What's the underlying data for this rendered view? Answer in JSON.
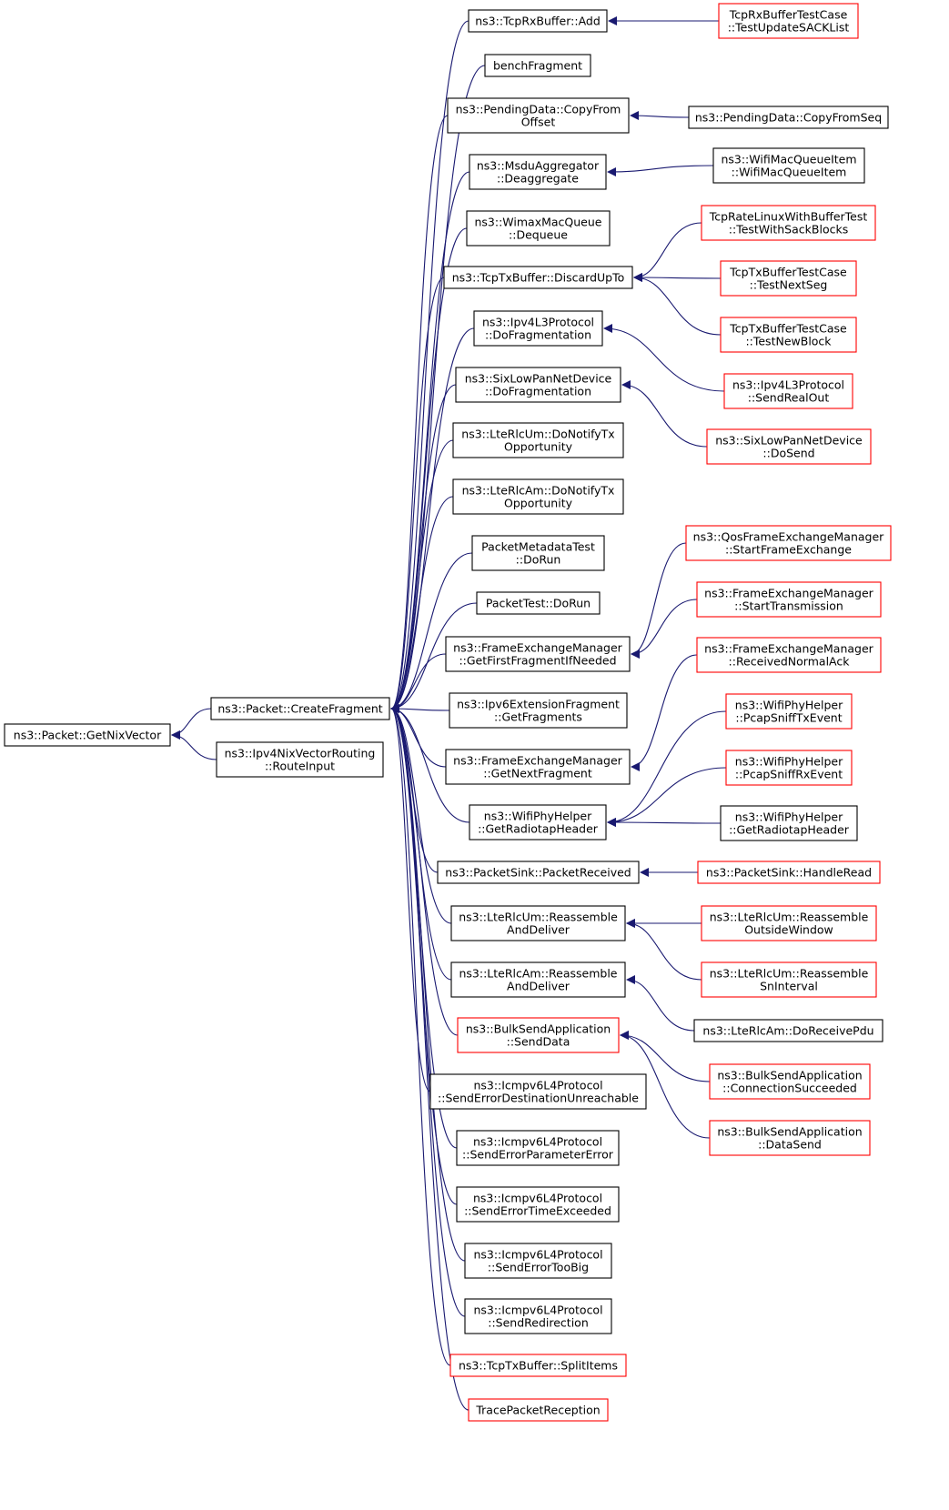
{
  "colors": {
    "edge": "#191970",
    "border_normal": "#000000",
    "border_truncated": "#ff0000",
    "focus_fill": "#bfbfbf",
    "fill": "#ffffff"
  },
  "nodes": [
    {
      "id": "getnixvector",
      "lines": [
        "ns3::Packet::GetNixVector"
      ],
      "style": "focus"
    },
    {
      "id": "createfragment",
      "lines": [
        "ns3::Packet::CreateFragment"
      ],
      "style": "normal"
    },
    {
      "id": "routeinput",
      "lines": [
        "ns3::Ipv4NixVectorRouting",
        "::RouteInput"
      ],
      "style": "normal"
    },
    {
      "id": "tcprx-add",
      "lines": [
        "ns3::TcpRxBuffer::Add"
      ],
      "style": "normal"
    },
    {
      "id": "benchfragment",
      "lines": [
        "benchFragment"
      ],
      "style": "normal"
    },
    {
      "id": "pending-copyfromoffset",
      "lines": [
        "ns3::PendingData::CopyFrom",
        "Offset"
      ],
      "style": "normal"
    },
    {
      "id": "msdu-deaggregate",
      "lines": [
        "ns3::MsduAggregator",
        "::Deaggregate"
      ],
      "style": "normal"
    },
    {
      "id": "wimax-dequeue",
      "lines": [
        "ns3::WimaxMacQueue",
        "::Dequeue"
      ],
      "style": "normal"
    },
    {
      "id": "tcptx-discardupto",
      "lines": [
        "ns3::TcpTxBuffer::DiscardUpTo"
      ],
      "style": "normal"
    },
    {
      "id": "ipv4l3-dofragmentation",
      "lines": [
        "ns3::Ipv4L3Protocol",
        "::DoFragmentation"
      ],
      "style": "normal"
    },
    {
      "id": "sixlowpan-dofragmentation",
      "lines": [
        "ns3::SixLowPanNetDevice",
        "::DoFragmentation"
      ],
      "style": "normal"
    },
    {
      "id": "lterlcum-donotifytx",
      "lines": [
        "ns3::LteRlcUm::DoNotifyTx",
        "Opportunity"
      ],
      "style": "normal"
    },
    {
      "id": "lterlcam-donotifytx",
      "lines": [
        "ns3::LteRlcAm::DoNotifyTx",
        "Opportunity"
      ],
      "style": "normal"
    },
    {
      "id": "packetmetadatatest-dorun",
      "lines": [
        "PacketMetadataTest",
        "::DoRun"
      ],
      "style": "normal"
    },
    {
      "id": "packettest-dorun",
      "lines": [
        "PacketTest::DoRun"
      ],
      "style": "normal"
    },
    {
      "id": "fem-getfirstfragment",
      "lines": [
        "ns3::FrameExchangeManager",
        "::GetFirstFragmentIfNeeded"
      ],
      "style": "normal"
    },
    {
      "id": "ipv6ext-getfragments",
      "lines": [
        "ns3::Ipv6ExtensionFragment",
        "::GetFragments"
      ],
      "style": "normal"
    },
    {
      "id": "fem-getnextfragment",
      "lines": [
        "ns3::FrameExchangeManager",
        "::GetNextFragment"
      ],
      "style": "normal"
    },
    {
      "id": "wifiphy-getradiotap",
      "lines": [
        "ns3::WifiPhyHelper",
        "::GetRadiotapHeader"
      ],
      "style": "normal"
    },
    {
      "id": "packetsink-packetreceived",
      "lines": [
        "ns3::PacketSink::PacketReceived"
      ],
      "style": "normal"
    },
    {
      "id": "lterlcum-reassemble",
      "lines": [
        "ns3::LteRlcUm::Reassemble",
        "AndDeliver"
      ],
      "style": "normal"
    },
    {
      "id": "lterlcam-reassemble",
      "lines": [
        "ns3::LteRlcAm::Reassemble",
        "AndDeliver"
      ],
      "style": "normal"
    },
    {
      "id": "bulksend-senddata",
      "lines": [
        "ns3::BulkSendApplication",
        "::SendData"
      ],
      "style": "truncated"
    },
    {
      "id": "icmpv6-senderrordest",
      "lines": [
        "ns3::Icmpv6L4Protocol",
        "::SendErrorDestinationUnreachable"
      ],
      "style": "normal"
    },
    {
      "id": "icmpv6-senderrorparam",
      "lines": [
        "ns3::Icmpv6L4Protocol",
        "::SendErrorParameterError"
      ],
      "style": "normal"
    },
    {
      "id": "icmpv6-senderrortime",
      "lines": [
        "ns3::Icmpv6L4Protocol",
        "::SendErrorTimeExceeded"
      ],
      "style": "normal"
    },
    {
      "id": "icmpv6-senderrortoobig",
      "lines": [
        "ns3::Icmpv6L4Protocol",
        "::SendErrorTooBig"
      ],
      "style": "normal"
    },
    {
      "id": "icmpv6-sendredirection",
      "lines": [
        "ns3::Icmpv6L4Protocol",
        "::SendRedirection"
      ],
      "style": "normal"
    },
    {
      "id": "tcptx-splititems",
      "lines": [
        "ns3::TcpTxBuffer::SplitItems"
      ],
      "style": "truncated"
    },
    {
      "id": "tracepacketreception",
      "lines": [
        "TracePacketReception"
      ],
      "style": "truncated"
    },
    {
      "id": "tcprxbuffertestcase-testupdatesack",
      "lines": [
        "TcpRxBufferTestCase",
        "::TestUpdateSACKList"
      ],
      "style": "truncated"
    },
    {
      "id": "pending-copyfromseq",
      "lines": [
        "ns3::PendingData::CopyFromSeq"
      ],
      "style": "normal"
    },
    {
      "id": "wifimacqueueitem",
      "lines": [
        "ns3::WifiMacQueueItem",
        "::WifiMacQueueItem"
      ],
      "style": "normal"
    },
    {
      "id": "tcpratelinux-testwithsack",
      "lines": [
        "TcpRateLinuxWithBufferTest",
        "::TestWithSackBlocks"
      ],
      "style": "truncated"
    },
    {
      "id": "tcptxbuffertestcase-testnextseg",
      "lines": [
        "TcpTxBufferTestCase",
        "::TestNextSeg"
      ],
      "style": "truncated"
    },
    {
      "id": "tcptxbuffertestcase-testnewblock",
      "lines": [
        "TcpTxBufferTestCase",
        "::TestNewBlock"
      ],
      "style": "truncated"
    },
    {
      "id": "ipv4l3-sendrealout",
      "lines": [
        "ns3::Ipv4L3Protocol",
        "::SendRealOut"
      ],
      "style": "truncated"
    },
    {
      "id": "sixlowpan-dosend",
      "lines": [
        "ns3::SixLowPanNetDevice",
        "::DoSend"
      ],
      "style": "truncated"
    },
    {
      "id": "qosfem-startframeexchange",
      "lines": [
        "ns3::QosFrameExchangeManager",
        "::StartFrameExchange"
      ],
      "style": "truncated"
    },
    {
      "id": "fem-starttransmission",
      "lines": [
        "ns3::FrameExchangeManager",
        "::StartTransmission"
      ],
      "style": "truncated"
    },
    {
      "id": "fem-receivednormalack",
      "lines": [
        "ns3::FrameExchangeManager",
        "::ReceivedNormalAck"
      ],
      "style": "truncated"
    },
    {
      "id": "wifiphy-pcapsnifftx",
      "lines": [
        "ns3::WifiPhyHelper",
        "::PcapSniffTxEvent"
      ],
      "style": "truncated"
    },
    {
      "id": "wifiphy-pcapsniffrx",
      "lines": [
        "ns3::WifiPhyHelper",
        "::PcapSniffRxEvent"
      ],
      "style": "truncated"
    },
    {
      "id": "wifiphy-getradiotap2",
      "lines": [
        "ns3::WifiPhyHelper",
        "::GetRadiotapHeader"
      ],
      "style": "normal"
    },
    {
      "id": "packetsink-handleread",
      "lines": [
        "ns3::PacketSink::HandleRead"
      ],
      "style": "truncated"
    },
    {
      "id": "lterlcum-outsidewindow",
      "lines": [
        "ns3::LteRlcUm::Reassemble",
        "OutsideWindow"
      ],
      "style": "truncated"
    },
    {
      "id": "lterlcum-sninterval",
      "lines": [
        "ns3::LteRlcUm::Reassemble",
        "SnInterval"
      ],
      "style": "truncated"
    },
    {
      "id": "lterlcam-doreceivepdu",
      "lines": [
        "ns3::LteRlcAm::DoReceivePdu"
      ],
      "style": "normal"
    },
    {
      "id": "bulksend-connectionsucceeded",
      "lines": [
        "ns3::BulkSendApplication",
        "::ConnectionSucceeded"
      ],
      "style": "truncated"
    },
    {
      "id": "bulksend-datasend",
      "lines": [
        "ns3::BulkSendApplication",
        "::DataSend"
      ],
      "style": "truncated"
    }
  ],
  "edges": [
    [
      "createfragment",
      "getnixvector"
    ],
    [
      "routeinput",
      "getnixvector"
    ],
    [
      "tcprx-add",
      "createfragment"
    ],
    [
      "benchfragment",
      "createfragment"
    ],
    [
      "pending-copyfromoffset",
      "createfragment"
    ],
    [
      "msdu-deaggregate",
      "createfragment"
    ],
    [
      "wimax-dequeue",
      "createfragment"
    ],
    [
      "tcptx-discardupto",
      "createfragment"
    ],
    [
      "ipv4l3-dofragmentation",
      "createfragment"
    ],
    [
      "sixlowpan-dofragmentation",
      "createfragment"
    ],
    [
      "lterlcum-donotifytx",
      "createfragment"
    ],
    [
      "lterlcam-donotifytx",
      "createfragment"
    ],
    [
      "packetmetadatatest-dorun",
      "createfragment"
    ],
    [
      "packettest-dorun",
      "createfragment"
    ],
    [
      "fem-getfirstfragment",
      "createfragment"
    ],
    [
      "ipv6ext-getfragments",
      "createfragment"
    ],
    [
      "fem-getnextfragment",
      "createfragment"
    ],
    [
      "wifiphy-getradiotap",
      "createfragment"
    ],
    [
      "packetsink-packetreceived",
      "createfragment"
    ],
    [
      "lterlcum-reassemble",
      "createfragment"
    ],
    [
      "lterlcam-reassemble",
      "createfragment"
    ],
    [
      "bulksend-senddata",
      "createfragment"
    ],
    [
      "icmpv6-senderrordest",
      "createfragment"
    ],
    [
      "icmpv6-senderrorparam",
      "createfragment"
    ],
    [
      "icmpv6-senderrortime",
      "createfragment"
    ],
    [
      "icmpv6-senderrortoobig",
      "createfragment"
    ],
    [
      "icmpv6-sendredirection",
      "createfragment"
    ],
    [
      "tcptx-splititems",
      "createfragment"
    ],
    [
      "tracepacketreception",
      "createfragment"
    ],
    [
      "tcprxbuffertestcase-testupdatesack",
      "tcprx-add"
    ],
    [
      "pending-copyfromseq",
      "pending-copyfromoffset"
    ],
    [
      "wifimacqueueitem",
      "msdu-deaggregate"
    ],
    [
      "tcpratelinux-testwithsack",
      "tcptx-discardupto"
    ],
    [
      "tcptxbuffertestcase-testnextseg",
      "tcptx-discardupto"
    ],
    [
      "tcptxbuffertestcase-testnewblock",
      "tcptx-discardupto"
    ],
    [
      "ipv4l3-sendrealout",
      "ipv4l3-dofragmentation"
    ],
    [
      "sixlowpan-dosend",
      "sixlowpan-dofragmentation"
    ],
    [
      "qosfem-startframeexchange",
      "fem-getfirstfragment"
    ],
    [
      "fem-starttransmission",
      "fem-getfirstfragment"
    ],
    [
      "fem-receivednormalack",
      "fem-getnextfragment"
    ],
    [
      "wifiphy-pcapsnifftx",
      "wifiphy-getradiotap"
    ],
    [
      "wifiphy-pcapsniffrx",
      "wifiphy-getradiotap"
    ],
    [
      "wifiphy-getradiotap2",
      "wifiphy-getradiotap"
    ],
    [
      "packetsink-handleread",
      "packetsink-packetreceived"
    ],
    [
      "lterlcum-outsidewindow",
      "lterlcum-reassemble"
    ],
    [
      "lterlcum-sninterval",
      "lterlcum-reassemble"
    ],
    [
      "lterlcam-doreceivepdu",
      "lterlcam-reassemble"
    ],
    [
      "bulksend-connectionsucceeded",
      "bulksend-senddata"
    ],
    [
      "bulksend-datasend",
      "bulksend-senddata"
    ]
  ]
}
